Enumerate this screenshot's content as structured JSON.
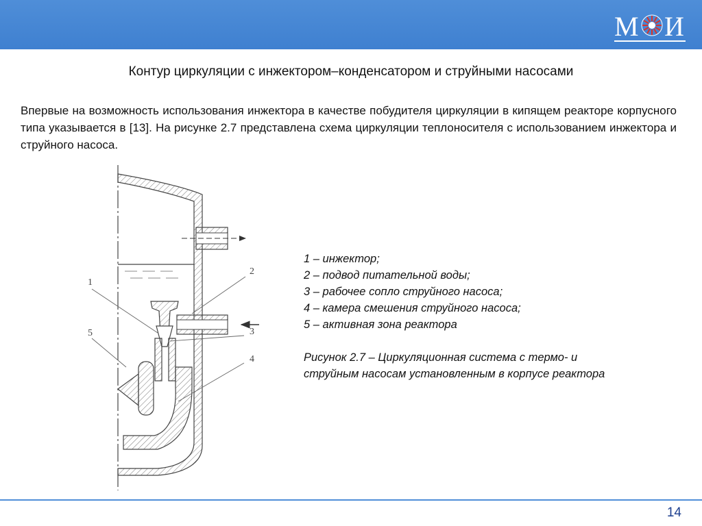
{
  "slide": {
    "logo_text": "МЭИ",
    "title": "Контур циркуляции с инжектором–конденсатором и струйными насосами",
    "intro": "Впервые на возможность использования инжектора в качестве побудителя циркуляции в кипящем реакторе корпусного типа указывается в [13]. На рисунке 2.7 представлена схема циркуляции теплоносителя с использованием инжектора и струйного насоса.",
    "page_number": "14"
  },
  "diagram": {
    "labels": [
      "1",
      "2",
      "3",
      "4",
      "5"
    ]
  },
  "legend": {
    "items": [
      "1 – инжектор;",
      "2 – подвод питательной воды;",
      "3 – рабочее сопло струйного насоса;",
      "4 – камера смешения струйного насоса;",
      "5 – активная зона реактора"
    ],
    "caption": "Рисунок 2.7 – Циркуляционная система с термо- и струйным насосам установленным в корпусе реактора"
  },
  "colors": {
    "header": "#4f8ed8",
    "logo_accent": "#d9342b",
    "page_number": "#1d3f8f"
  }
}
